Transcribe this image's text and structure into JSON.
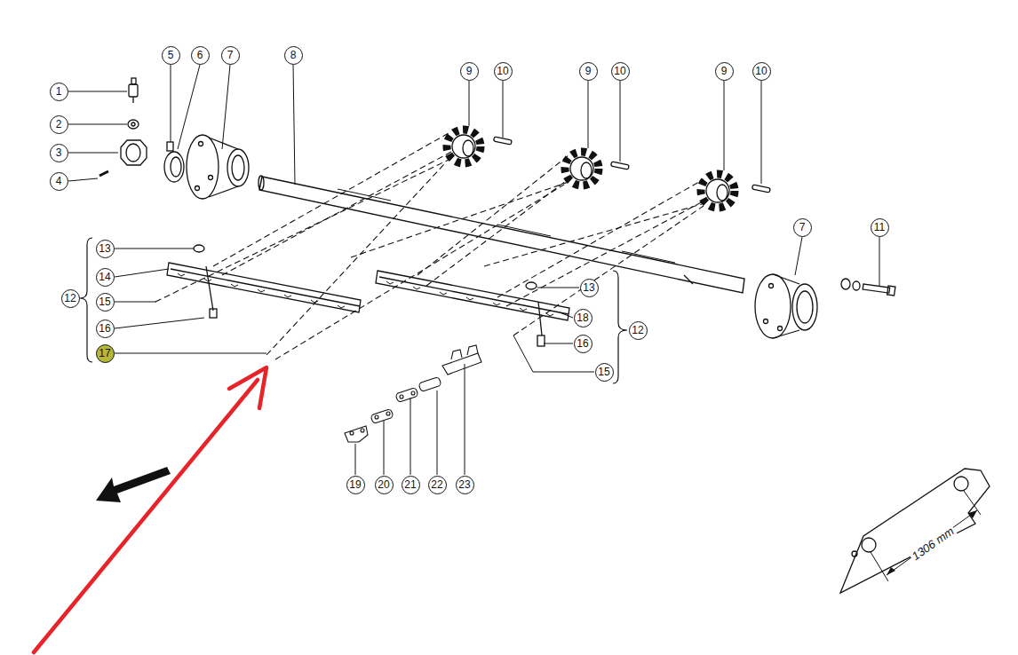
{
  "diagram": {
    "nodes": [
      {
        "text": [
          "1"
        ]
      },
      {
        "text": [
          "2"
        ]
      },
      {
        "text": [
          "3"
        ]
      },
      {
        "text": [
          "4"
        ]
      },
      {
        "text": [
          "5"
        ]
      },
      {
        "text": [
          "6"
        ]
      },
      {
        "text": [
          "7"
        ]
      },
      {
        "text": [
          "8"
        ]
      },
      {
        "text": [
          "9"
        ]
      },
      {
        "text": [
          "10"
        ]
      },
      {
        "text": [
          "9"
        ]
      },
      {
        "text": [
          "10"
        ]
      },
      {
        "text": [
          "9"
        ]
      },
      {
        "text": [
          "10"
        ]
      },
      {
        "text": [
          "7"
        ]
      },
      {
        "text": [
          "11"
        ]
      },
      {
        "text": [
          "13"
        ]
      },
      {
        "text": [
          "14"
        ]
      },
      {
        "text": [
          "12"
        ]
      },
      {
        "text": [
          "15"
        ]
      },
      {
        "text": [
          "16"
        ]
      },
      {
        "text": [
          "17"
        ]
      },
      {
        "text": [
          "13"
        ]
      },
      {
        "text": [
          "18"
        ]
      },
      {
        "text": [
          "16"
        ]
      },
      {
        "text": [
          "12"
        ]
      },
      {
        "text": [
          "15"
        ]
      },
      {
        "text": [
          "19"
        ]
      },
      {
        "text": [
          "20"
        ]
      },
      {
        "text": [
          "21"
        ]
      },
      {
        "text": [
          "22"
        ]
      },
      {
        "text": [
          "23"
        ]
      }
    ],
    "labels": [
      "1306 mm"
    ]
  }
}
